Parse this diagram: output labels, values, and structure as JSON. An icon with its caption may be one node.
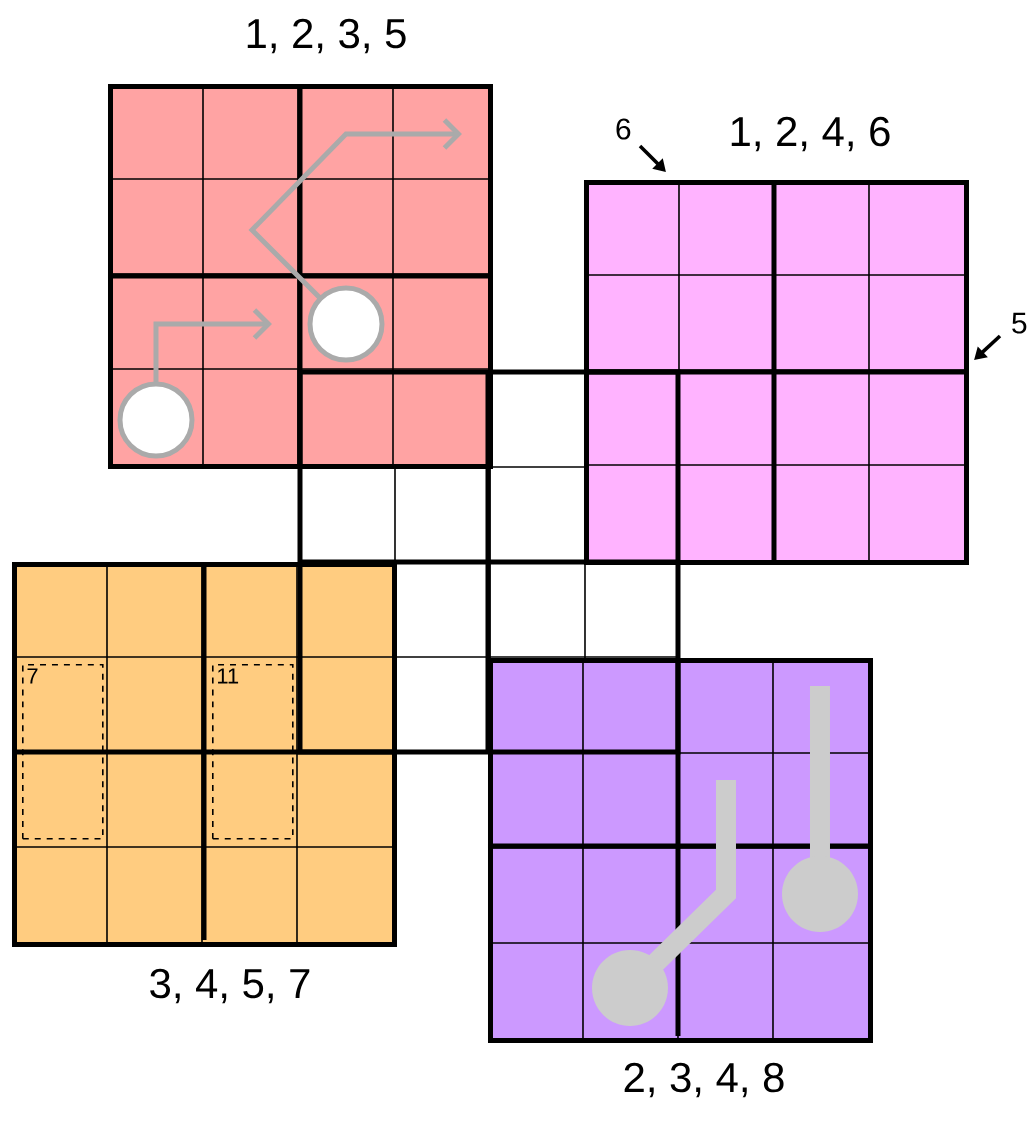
{
  "diagram": {
    "nodes": [
      {
        "text": [
          "1, 2, 3, 5"
        ]
      },
      {
        "text": [
          "1, 2, 4, 6"
        ]
      },
      {
        "text": [
          "3, 4, 5, 7"
        ]
      },
      {
        "text": [
          "2, 3, 4, 8"
        ]
      },
      {
        "text": [
          "7"
        ],
        "in": 2
      },
      {
        "text": [
          "11"
        ],
        "in": 2
      }
    ],
    "labels": [
      "6",
      "5"
    ]
  }
}
